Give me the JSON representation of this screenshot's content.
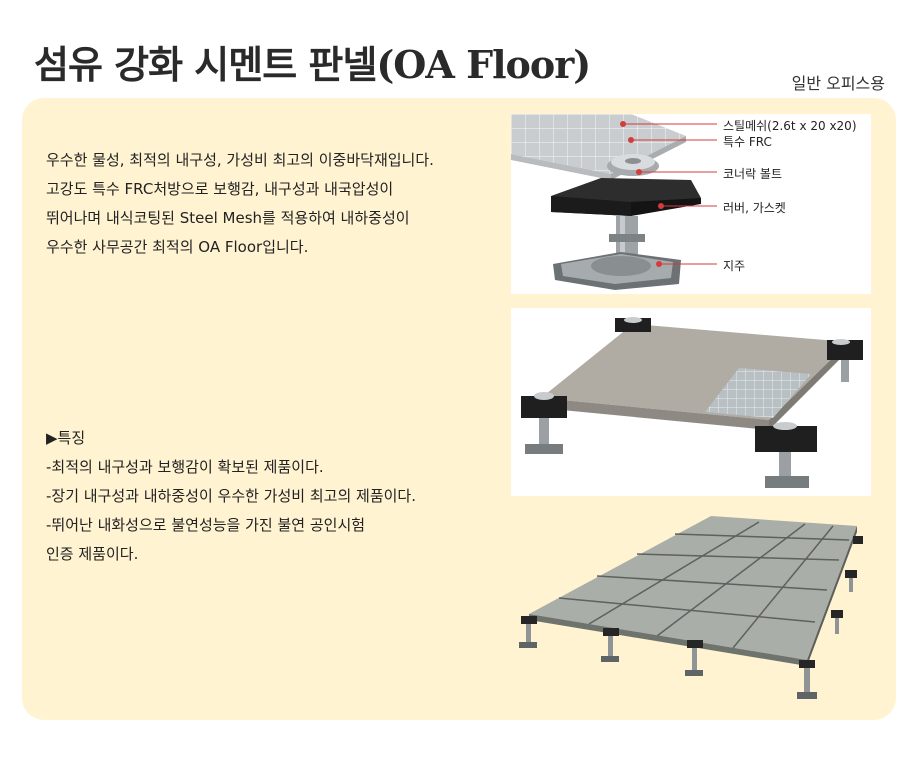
{
  "title": "섬유 강화 시멘트 판넬(OA Floor)",
  "subtitle": "일반 오피스용",
  "intro_lines": [
    "우수한 물성, 최적의 내구성, 가성비 최고의 이중바닥재입니다.",
    "고강도 특수 FRC처방으로 보행감, 내구성과 내국압성이",
    "뛰어나며 내식코팅된 Steel Mesh를 적용하여 내하중성이",
    "우수한 사무공간 최적의 OA Floor입니다."
  ],
  "features": {
    "heading": "▶특징",
    "items": [
      "-최적의 내구성과 보행감이 확보된 제품이다.",
      "-장기 내구성과 내하중성이 우수한 가성비 최고의 제품이다.",
      "-뛰어난 내화성으로 불연성능을 가진 불연 공인시험",
      "인증 제품이다."
    ]
  },
  "callouts": {
    "steel_mesh": "스틸메쉬(2.6t x 20 x20)",
    "frc": "특수 FRC",
    "bolt": "코너락 볼트",
    "rubber": "러버, 가스켓",
    "pedestal": "지주"
  }
}
